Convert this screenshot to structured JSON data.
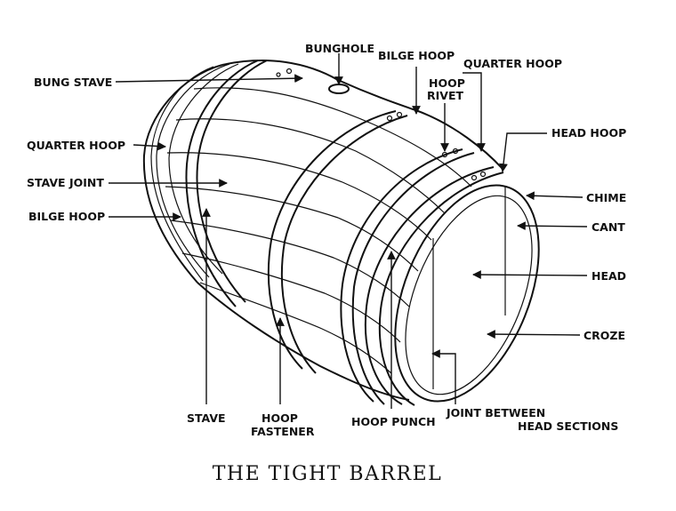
{
  "title": "THE TIGHT BARREL",
  "labels": {
    "bunghole": "BUNGHOLE",
    "bilge_hoop_top": "BILGE HOOP",
    "quarter_hoop_top": "QUARTER HOOP",
    "hoop_rivet_1": "HOOP",
    "hoop_rivet_2": "RIVET",
    "bung_stave": "BUNG STAVE",
    "quarter_hoop_left": "QUARTER HOOP",
    "stave_joint": "STAVE JOINT",
    "bilge_hoop_left": "BILGE HOOP",
    "head_hoop": "HEAD HOOP",
    "chime": "CHIME",
    "cant": "CANT",
    "head": "HEAD",
    "croze": "CROZE",
    "stave": "STAVE",
    "hoop_fastener_1": "HOOP",
    "hoop_fastener_2": "FASTENER",
    "hoop_punch": "HOOP PUNCH",
    "joint_between_1": "JOINT BETWEEN",
    "joint_between_2": "HEAD SECTIONS"
  }
}
